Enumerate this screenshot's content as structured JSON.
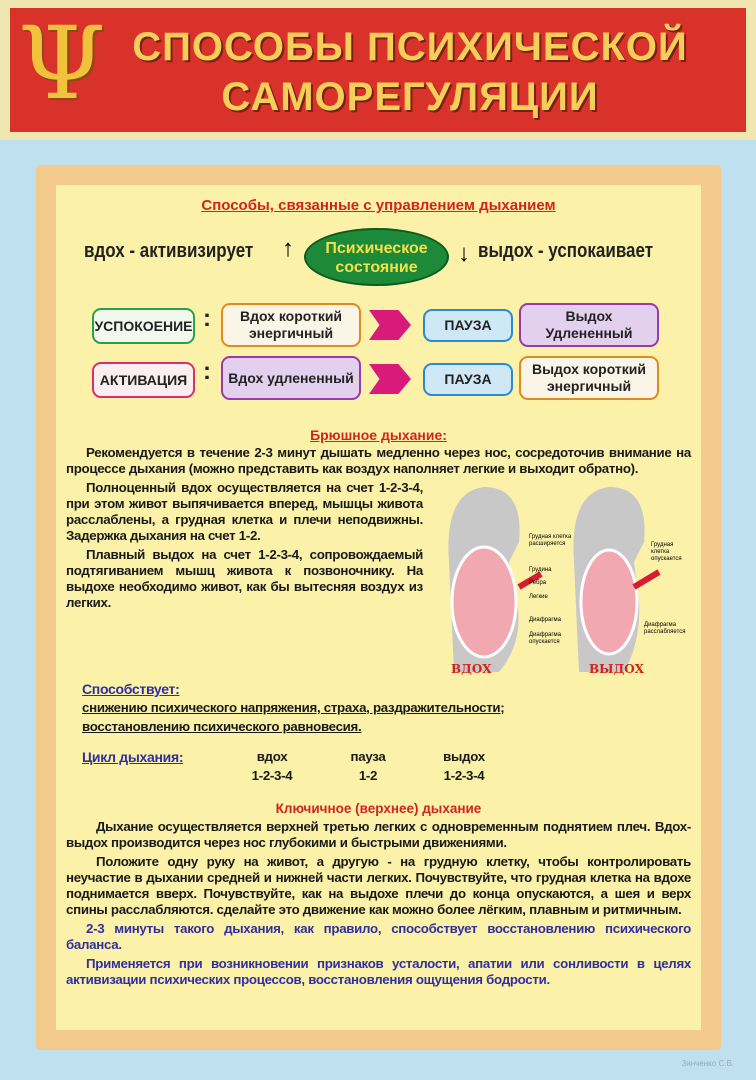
{
  "header": {
    "title_line1": "СПОСОБЫ ПСИХИЧЕСКОЙ",
    "title_line2": "САМОРЕГУЛЯЦИИ",
    "logo": "Ψ"
  },
  "breathing": {
    "heading": "Способы, связанные с управлением дыханием",
    "inhale_text": "вдох - активизирует",
    "center_line1": "Психическое",
    "center_line2": "состояние",
    "exhale_text": "выдох - успокаивает",
    "rows": [
      {
        "label": "УСПОКОЕНИЕ",
        "step1": "Вдох короткий энергичный",
        "pause": "ПАУЗА",
        "step2": "Выдох Удлененный"
      },
      {
        "label": "АКТИВАЦИЯ",
        "step1": "Вдох удлененный",
        "pause": "ПАУЗА",
        "step2": "Выдох короткий энергичный"
      }
    ]
  },
  "abdominal": {
    "heading": "Брюшное дыхание:",
    "p1": "Рекомендуется в течение 2-3 минут дышать медленно через нос, сосредоточив внимание на процессе дыхания (можно представить как воздух наполняет легкие и выходит обратно).",
    "p2": "Полноценный вдох осуществляется на счет 1-2-3-4, при этом живот выпячивается вперед, мышцы живота расслаблены, а грудная клетка и плечи неподвижны. Задержка дыхания на счет 1-2.",
    "p3": "Плавный выдох на счет 1-2-3-4, сопровождаемый подтягиванием мышц живота к позвоночнику. На выдохе необходимо живот, как бы вытесняя воздух из легких.",
    "figure": {
      "inhale_caption": "ВДОХ",
      "exhale_caption": "ВЫДОХ",
      "labels_inhale": [
        "Грудная клетка расширяется",
        "Грудина",
        "Ребра",
        "Легкие",
        "Диафрагма",
        "Диафрагма опускается"
      ],
      "labels_exhale": [
        "Грудная клетка опускается",
        "Диафрагма расслабляется"
      ]
    },
    "helps_heading": "Способствует:",
    "helps": [
      "снижению психического напряжения, страха, раздражительности;",
      "восстановлению психического равновесия."
    ],
    "cycle_heading": "Цикл дыхания:",
    "cycle": [
      {
        "name": "вдох",
        "count": "1-2-3-4"
      },
      {
        "name": "пауза",
        "count": "1-2"
      },
      {
        "name": "выдох",
        "count": "1-2-3-4"
      }
    ]
  },
  "clavicular": {
    "heading": "Ключичное (верхнее) дыхание",
    "p1": "Дыхание осуществляется верхней третью легких с одновременным поднятием плеч. Вдох-выдох производится через нос глубокими и быстрыми движениями.",
    "p2": "Положите одну руку на живот, а другую - на грудную клетку, чтобы контролировать неучастие в дыхании средней и нижней части легких. Почувствуйте, что грудная клетка на вдохе поднимается вверх. Почувствуйте, как на выдохе плечи до конца опускаются, а шея и верх спины расслабляются. сделайте это движение как можно более лёгким, плавным и ритмичным.",
    "p3": "2-3 минуты такого дыхания, как правило, способствует восстановлению психического баланса.",
    "p4": "Применяется при возникновении признаков усталости, апатии или сонливости в целях активизации психических процессов, восстановления ощущения бодрости."
  },
  "signature": "Зинченко С.В."
}
